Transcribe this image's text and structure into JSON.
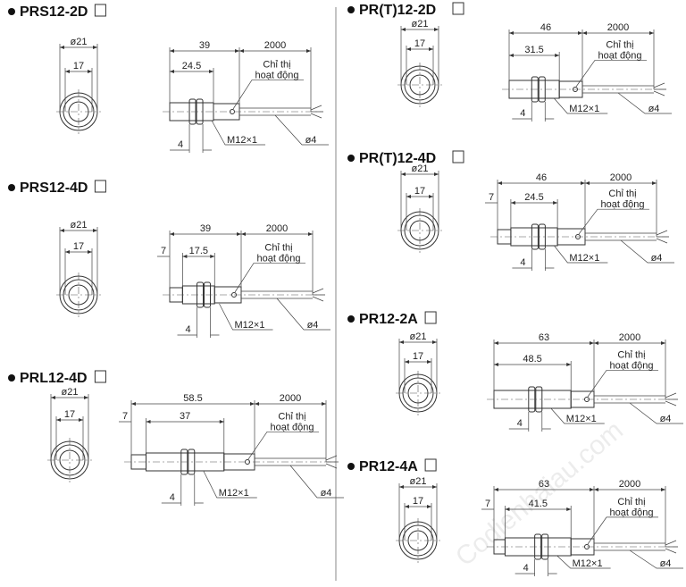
{
  "watermark": "Codienhaiau.com",
  "sections": [
    {
      "title": "PRS12-2D",
      "front": {
        "outer": "ø21",
        "inner": "17"
      },
      "side": {
        "total": "39",
        "thread": "24.5",
        "cable": "2000",
        "nut": "4",
        "thread_label": "M12×1",
        "cable_label": "ø4",
        "indicator": [
          "Chỉ thị",
          "hoạt động"
        ]
      }
    },
    {
      "title": "PRS12-4D",
      "front": {
        "outer": "ø21",
        "inner": "17"
      },
      "side": {
        "total": "39",
        "nose": "7",
        "thread": "17.5",
        "cable": "2000",
        "nut": "4",
        "thread_label": "M12×1",
        "cable_label": "ø4",
        "indicator": [
          "Chỉ thị",
          "hoạt động"
        ]
      }
    },
    {
      "title": "PRL12-4D",
      "front": {
        "outer": "ø21",
        "inner": "17"
      },
      "side": {
        "total": "58.5",
        "nose": "7",
        "thread": "37",
        "cable": "2000",
        "nut": "4",
        "thread_label": "M12×1",
        "cable_label": "ø4",
        "indicator": [
          "Chỉ thị",
          "hoạt động"
        ]
      }
    },
    {
      "title": "PR(T)12-2D",
      "front": {
        "outer": "ø21",
        "inner": "17"
      },
      "side": {
        "total": "46",
        "thread": "31.5",
        "cable": "2000",
        "nut": "4",
        "thread_label": "M12×1",
        "cable_label": "ø4",
        "indicator": [
          "Chỉ thị",
          "hoạt động"
        ]
      }
    },
    {
      "title": "PR(T)12-4D",
      "front": {
        "outer": "ø21",
        "inner": "17"
      },
      "side": {
        "total": "46",
        "nose": "7",
        "thread": "24.5",
        "cable": "2000",
        "nut": "4",
        "thread_label": "M12×1",
        "cable_label": "ø4",
        "indicator": [
          "Chỉ thị",
          "hoạt động"
        ]
      }
    },
    {
      "title": "PR12-2A",
      "front": {
        "outer": "ø21",
        "inner": "17"
      },
      "side": {
        "total": "63",
        "thread": "48.5",
        "cable": "2000",
        "nut": "4",
        "thread_label": "M12×1",
        "cable_label": "ø4",
        "indicator": [
          "Chỉ thị",
          "hoạt động"
        ]
      }
    },
    {
      "title": "PR12-4A",
      "front": {
        "outer": "ø21",
        "inner": "17"
      },
      "side": {
        "total": "63",
        "nose": "7",
        "thread": "41.5",
        "cable": "2000",
        "nut": "4",
        "thread_label": "M12×1",
        "cable_label": "ø4",
        "indicator": [
          "Chỉ thị",
          "hoạt động"
        ]
      }
    }
  ]
}
